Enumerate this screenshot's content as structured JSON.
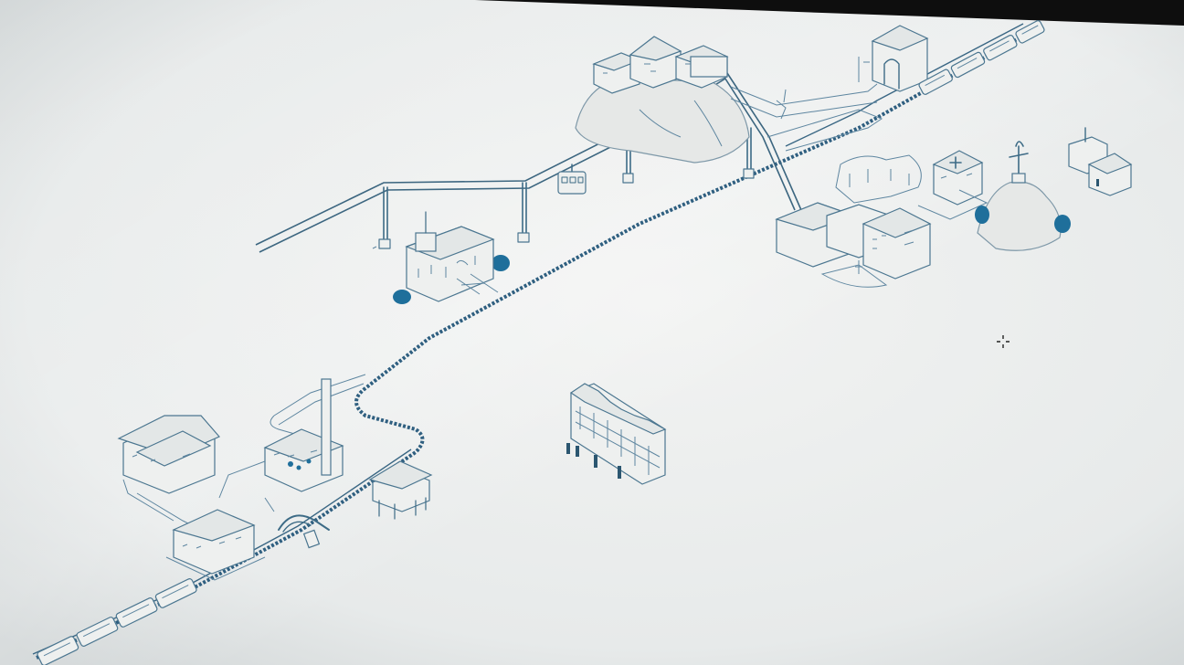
{
  "scene": {
    "description_visible_text": "",
    "palette": {
      "paper": "#eceeed",
      "ink": "#3d6b86",
      "accent_blue": "#1f6f9b",
      "bezel_dark": "#111111"
    }
  },
  "map": {
    "buildings": [
      {
        "name": "hilltop-village-building"
      },
      {
        "name": "gate-arch-building"
      },
      {
        "name": "cable-car-station-building"
      },
      {
        "name": "clinic-building"
      },
      {
        "name": "statue-hill-building"
      },
      {
        "name": "outpost-building"
      },
      {
        "name": "townhouses-building"
      },
      {
        "name": "factory-building"
      },
      {
        "name": "farmhouse-building"
      },
      {
        "name": "depot-building"
      },
      {
        "name": "market-square-building"
      },
      {
        "name": "stilt-house-building"
      }
    ],
    "icons": {
      "cursor": "crosshair-cursor-icon",
      "cable_car": "cable-car-icon",
      "train": "train-icon"
    }
  }
}
